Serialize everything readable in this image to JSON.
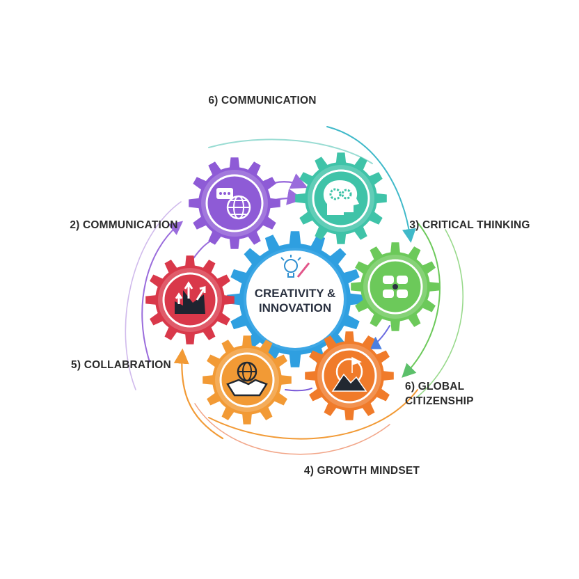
{
  "diagram": {
    "center": {
      "line1": "CREATIVITY &",
      "line2": "INNOVATION",
      "icon": "lightbulb-pencil-icon",
      "color": "#2f9fe0"
    },
    "labels": {
      "top": "6) COMMUNICATION",
      "left_upper": "2) COMMUNICATION",
      "right_upper": "3) CRITICAL THINKING",
      "left_lower": "5) COLLABRATION",
      "right_lower_line1": "6) GLOBAL",
      "right_lower_line2": "CITIZENSHIP",
      "bottom": "4) GROWTH MINDSET"
    },
    "gears": [
      {
        "id": "communication",
        "color": "#8e5bd6",
        "icon": "chat-globe-icon"
      },
      {
        "id": "critical-thinking",
        "color": "#3fc3a8",
        "icon": "head-gears-icon"
      },
      {
        "id": "teamwork",
        "color": "#6cc95a",
        "icon": "hands-icon"
      },
      {
        "id": "global-citizenship",
        "color": "#f07b2a",
        "icon": "mountain-flag-icon"
      },
      {
        "id": "collaboration",
        "color": "#f29a35",
        "icon": "handshake-globe-icon"
      },
      {
        "id": "growth",
        "color": "#d9384a",
        "icon": "growth-arrows-icon"
      }
    ]
  }
}
